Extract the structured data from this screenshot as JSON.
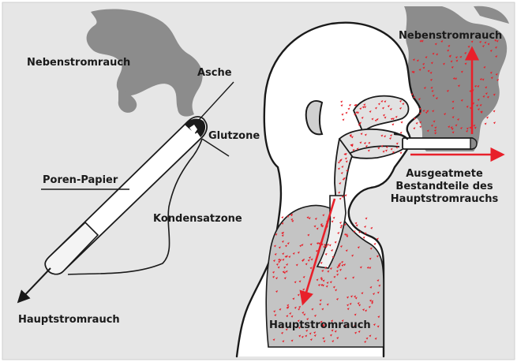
{
  "labels": {
    "nebenstrom_left": "Nebenstromrauch",
    "nebenstrom_right": "Nebenstromrauch",
    "asche": "Asche",
    "glutzone": "Glutzone",
    "poren_papier": "Poren-Papier",
    "kondensatzone": "Kondensatzone",
    "hauptstrom_left": "Hauptstromrauch",
    "hauptstrom_lung": "Hauptstromrauch",
    "ausgeatmete": [
      "Ausgeatmete",
      "Bestandteile des",
      "Hauptstromrauchs"
    ]
  },
  "colors": {
    "background": "#e6e6e6",
    "smoke": "#8c8c8c",
    "lung_tint": "#c4c4c4",
    "particles": "#e8202a",
    "arrows": "#e8202a",
    "outline": "#1a1a1a"
  }
}
